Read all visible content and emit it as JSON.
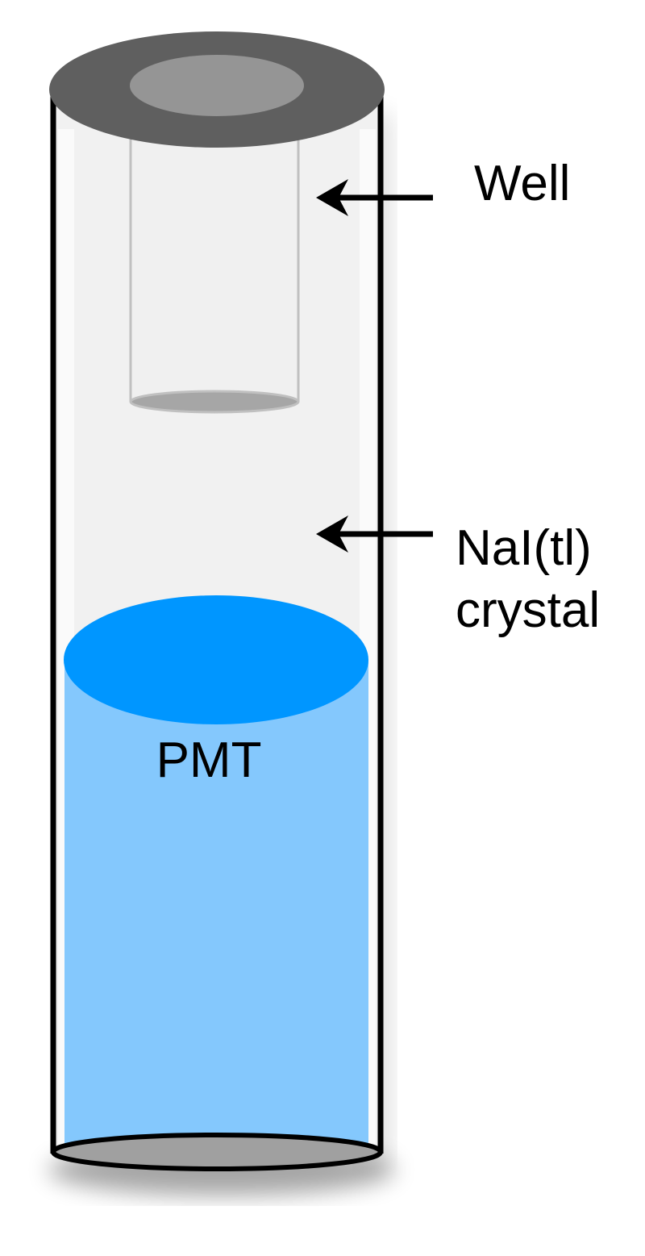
{
  "labels": {
    "well": "Well",
    "crystal_line1": "NaI(tl)",
    "crystal_line2": "crystal",
    "pmt": "PMT"
  },
  "colors": {
    "cap_outer": "#5f5f5f",
    "cap_inner": "#959595",
    "crystal_fill": "#f1f1f1",
    "pmt_top": "#0096ff",
    "pmt_body": "#84c8fd",
    "bottom_ellipse": "#a0a0a0",
    "outline": "#000000"
  }
}
